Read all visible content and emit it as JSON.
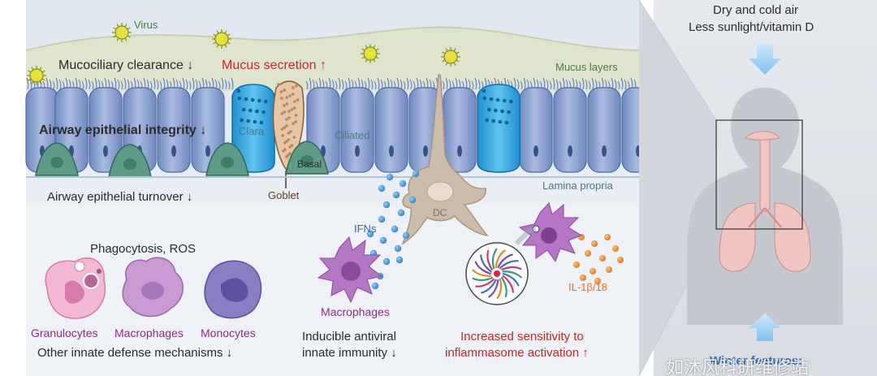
{
  "labels": {
    "virus": "Virus",
    "mucociliary": "Mucociliary clearance ↓",
    "mucus_secretion": "Mucus secretion ↑",
    "mucus_layers": "Mucus layers",
    "integrity": "Airway epithelial integrity ↓",
    "clara": "Clara",
    "ciliated": "Ciliated",
    "basal": "Basal",
    "goblet": "Goblet",
    "turnover": "Airway epithelial turnover ↓",
    "lamina": "Lamina propria",
    "dc": "DC",
    "ifns": "IFNs",
    "phagocytosis": "Phagocytosis, ROS",
    "granulocytes": "Granulocytes",
    "macrophages_left": "Macrophages",
    "monocytes": "Monocytes",
    "other_innate": "Other innate defense mechanisms ↓",
    "macrophages_mid": "Macrophages",
    "inducible_1": "Inducible antiviral",
    "inducible_2": "innate immunity ↓",
    "il": "IL-1β/18",
    "sens_1": "Increased sensitivity to",
    "sens_2": "inflammasome activation ↑",
    "dry_cold": "Dry and cold air",
    "less_sun": "Less sunlight/vitamin D",
    "winter": "Winter features:",
    "watermark": "如沐风科研维修站"
  },
  "colors": {
    "cell_blue": "#7a93c9",
    "clara_blue": "#2aa3dc",
    "basal_green": "#5b9a85",
    "mucus_green": "#dfe6cf",
    "virus_yellow": "#d6d629",
    "dc_beige": "#cbbcab",
    "ifn_blue": "#3b8fd0",
    "il_orange": "#f08a2c",
    "accent_red": "#c8262e"
  }
}
